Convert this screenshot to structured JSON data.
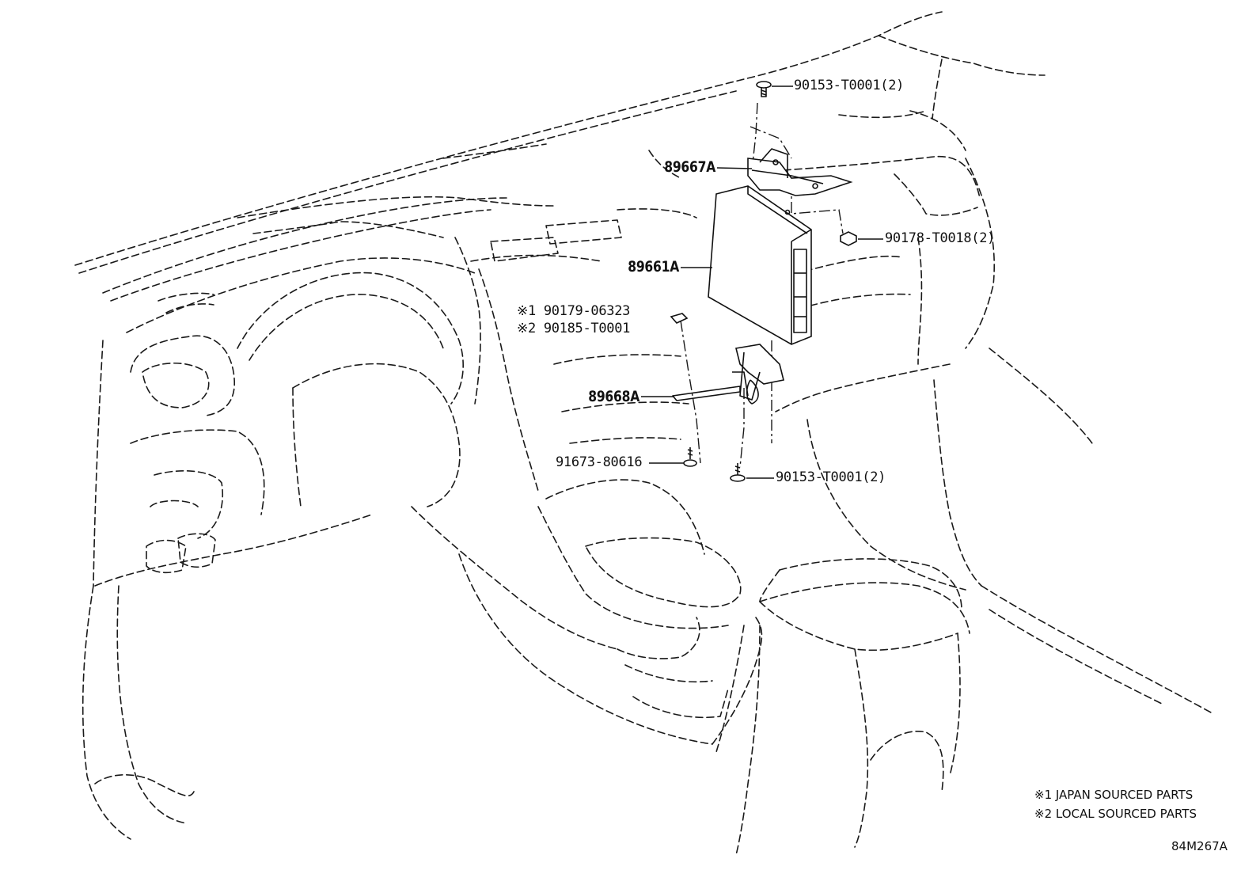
{
  "labels": {
    "bolt_top": "90153-T0001(2)",
    "bracket_upper": "89667A",
    "nut": "90178-T0018(2)",
    "ecu": "89661A",
    "clip_jp": "※1 90179-06323",
    "clip_local": "※2 90185-T0001",
    "bracket_lower": "89668A",
    "screw": "91673-80616",
    "bolt_bottom": "90153-T0001(2)"
  },
  "notes": {
    "jp": "※1 JAPAN SOURCED PARTS",
    "local": "※2 LOCAL SOURCED PARTS"
  },
  "diagram_code": "84M267A"
}
